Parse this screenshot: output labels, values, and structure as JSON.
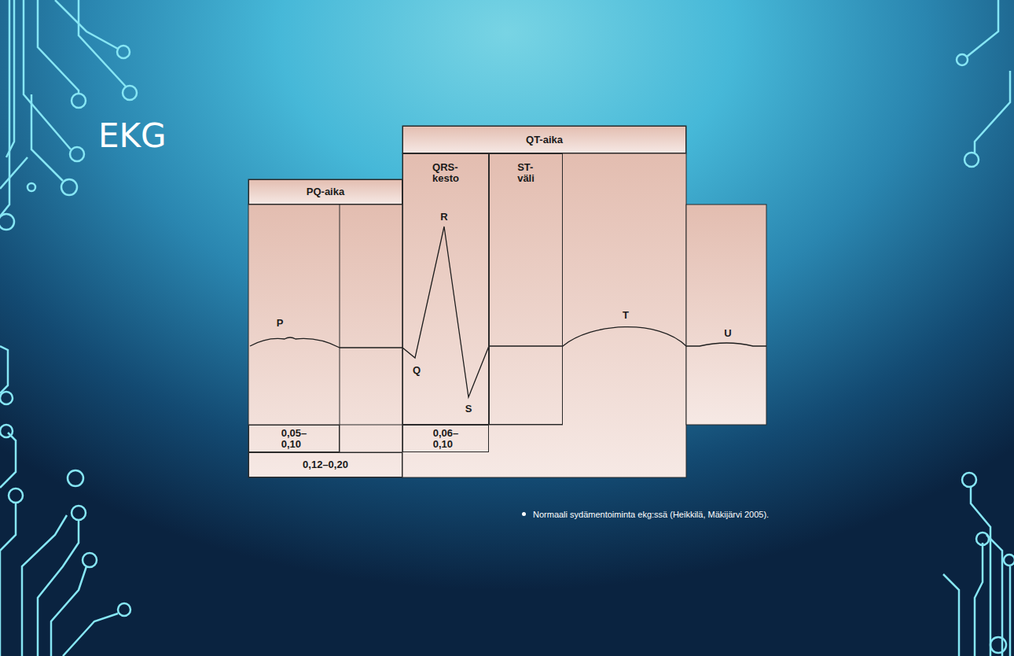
{
  "diagram": {
    "title": "EKG",
    "caption": "Normaali sydämentoiminta ekg:ssä (Heikkilä, Mäkijärvi 2005).",
    "nodes": [
      {
        "text": [
          "PQ-aika"
        ]
      },
      {
        "text": [
          "QT-aika"
        ]
      },
      {
        "text": [
          "QRS- kesto"
        ]
      },
      {
        "text": [
          "ST- väli"
        ]
      },
      {
        "text": [
          "0,05– 0,10"
        ]
      },
      {
        "text": [
          "0,06– 0,10"
        ]
      },
      {
        "text": [
          "0,12–0,20"
        ]
      }
    ],
    "labels": [
      "P",
      "R",
      "Q",
      "S",
      "T",
      "U"
    ]
  }
}
